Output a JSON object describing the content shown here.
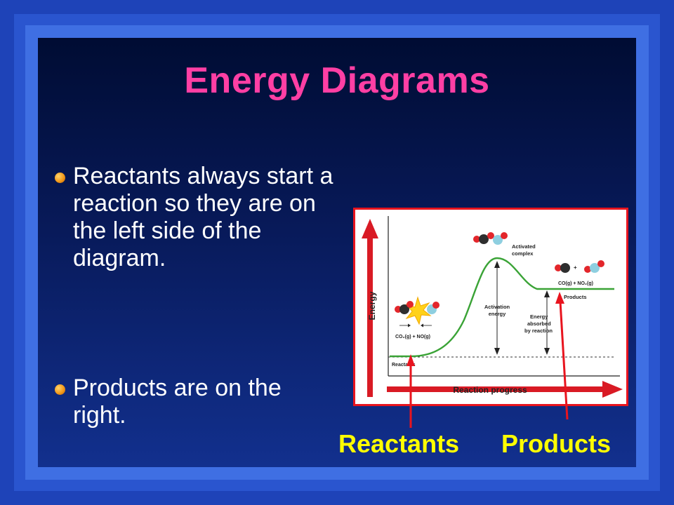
{
  "slide": {
    "title": "Energy Diagrams",
    "bullets": [
      "Reactants always start a reaction so they are on the left side of the diagram.",
      "Products are on the right."
    ]
  },
  "diagram": {
    "y_axis_label": "Energy",
    "x_axis_label": "Reaction progress",
    "activated_complex_label": [
      "Activated",
      "complex"
    ],
    "activation_energy_label": [
      "Activation",
      "energy"
    ],
    "energy_absorbed_label": [
      "Energy",
      "absorbed",
      "by reaction"
    ],
    "products_label": "Products",
    "reactants_label": "Reactants",
    "reactant_formula": "CO₂(g) + NO(g)",
    "product_formula": "CO(g) + NO₂(g)"
  },
  "callouts": {
    "reactants": "Reactants",
    "products": "Products"
  },
  "colors": {
    "title": "#ff3fa4",
    "callout_text": "#ffff00",
    "arrow": "#e8141e",
    "curve": "#3aa336",
    "figure_border": "#e8141e"
  }
}
